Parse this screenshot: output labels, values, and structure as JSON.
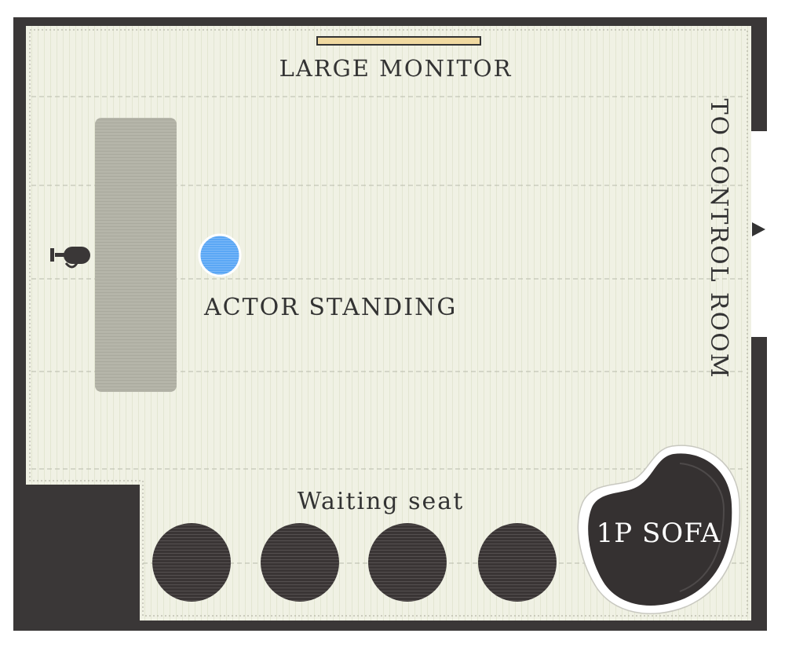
{
  "labels": {
    "monitor": "LARGE MONITOR",
    "actor": "ACTOR STANDING",
    "waiting": "Waiting seat",
    "sofa": "1P SOFA",
    "control_room": "TO CONTROL ROOM"
  },
  "colors": {
    "wall": "#3a3737",
    "floor": "#f0f1e4",
    "floor_stripe": "#e3e6d2",
    "table": "#b5b5a9",
    "actor": "#5aa7f5",
    "seat": "#3a3535",
    "monitor": "#f0d9a0"
  },
  "icons": {
    "microphone": "microphone-icon",
    "door_arrow": "arrow-right-icon"
  },
  "waiting_seat_count": 4
}
